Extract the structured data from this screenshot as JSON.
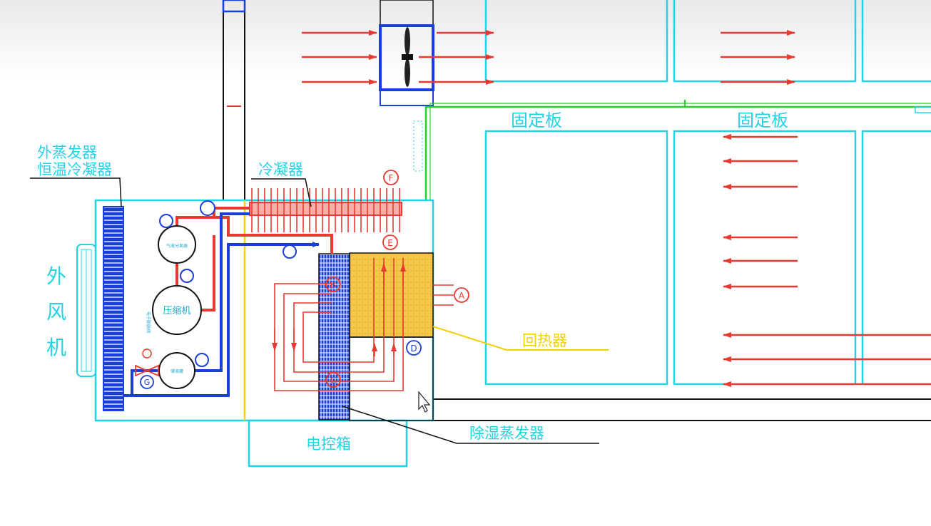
{
  "colors": {
    "cyan": "#22d3e6",
    "blue": "#1a3fd6",
    "red": "#e83a30",
    "yellow": "#f5d000",
    "honeycomb": "#f4c84a",
    "green": "#22d322",
    "black": "#111111"
  },
  "labels": {
    "outer_evaporator_line1": "外蒸发器",
    "outer_evaporator_line2": "恒温冷凝器",
    "condenser": "冷凝器",
    "outer_fan_1": "外",
    "outer_fan_2": "风",
    "outer_fan_3": "机",
    "compressor": "压缩机",
    "heat_recovery": "回热器",
    "dehumidify_evaporator": "除湿蒸发器",
    "control_box": "电控箱",
    "fixed_plate_1": "固定板",
    "fixed_plate_2": "固定板"
  },
  "point_markers": [
    "A",
    "B",
    "C",
    "D",
    "E",
    "F",
    "G"
  ],
  "marker_names": {
    "gas_liquid_separator": "气液分离器",
    "receiver": "储液罐",
    "expansion_valve": "电子膨胀阀"
  },
  "icons": {
    "fan": "fan-icon",
    "cursor": "mouse-cursor-icon"
  }
}
